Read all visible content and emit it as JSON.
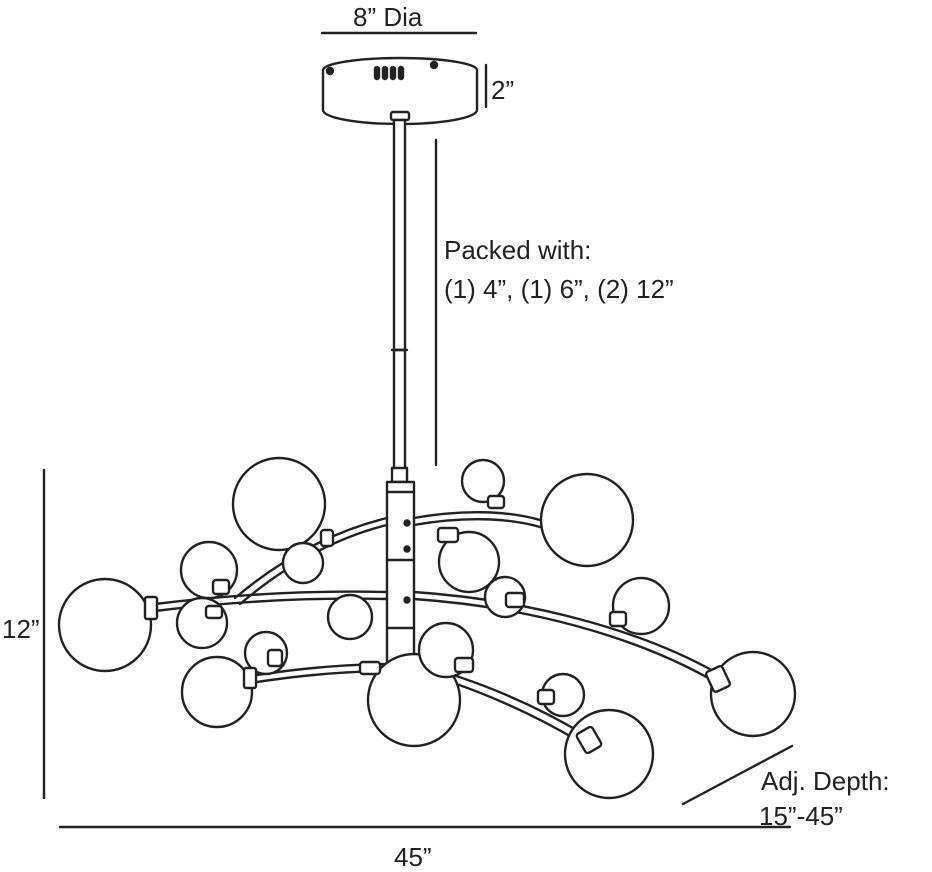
{
  "dimensions": {
    "canopy_diameter": "8” Dia",
    "canopy_height": "2”",
    "packed_with_line1": "Packed with:",
    "packed_with_line2": "(1) 4”, (1) 6”, (2) 12”",
    "fixture_height": "12”",
    "fixture_width": "45”",
    "adj_depth_line1": "Adj. Depth:",
    "adj_depth_line2": "15”-45”"
  },
  "colors": {
    "line": "#222222",
    "background": "#ffffff"
  }
}
